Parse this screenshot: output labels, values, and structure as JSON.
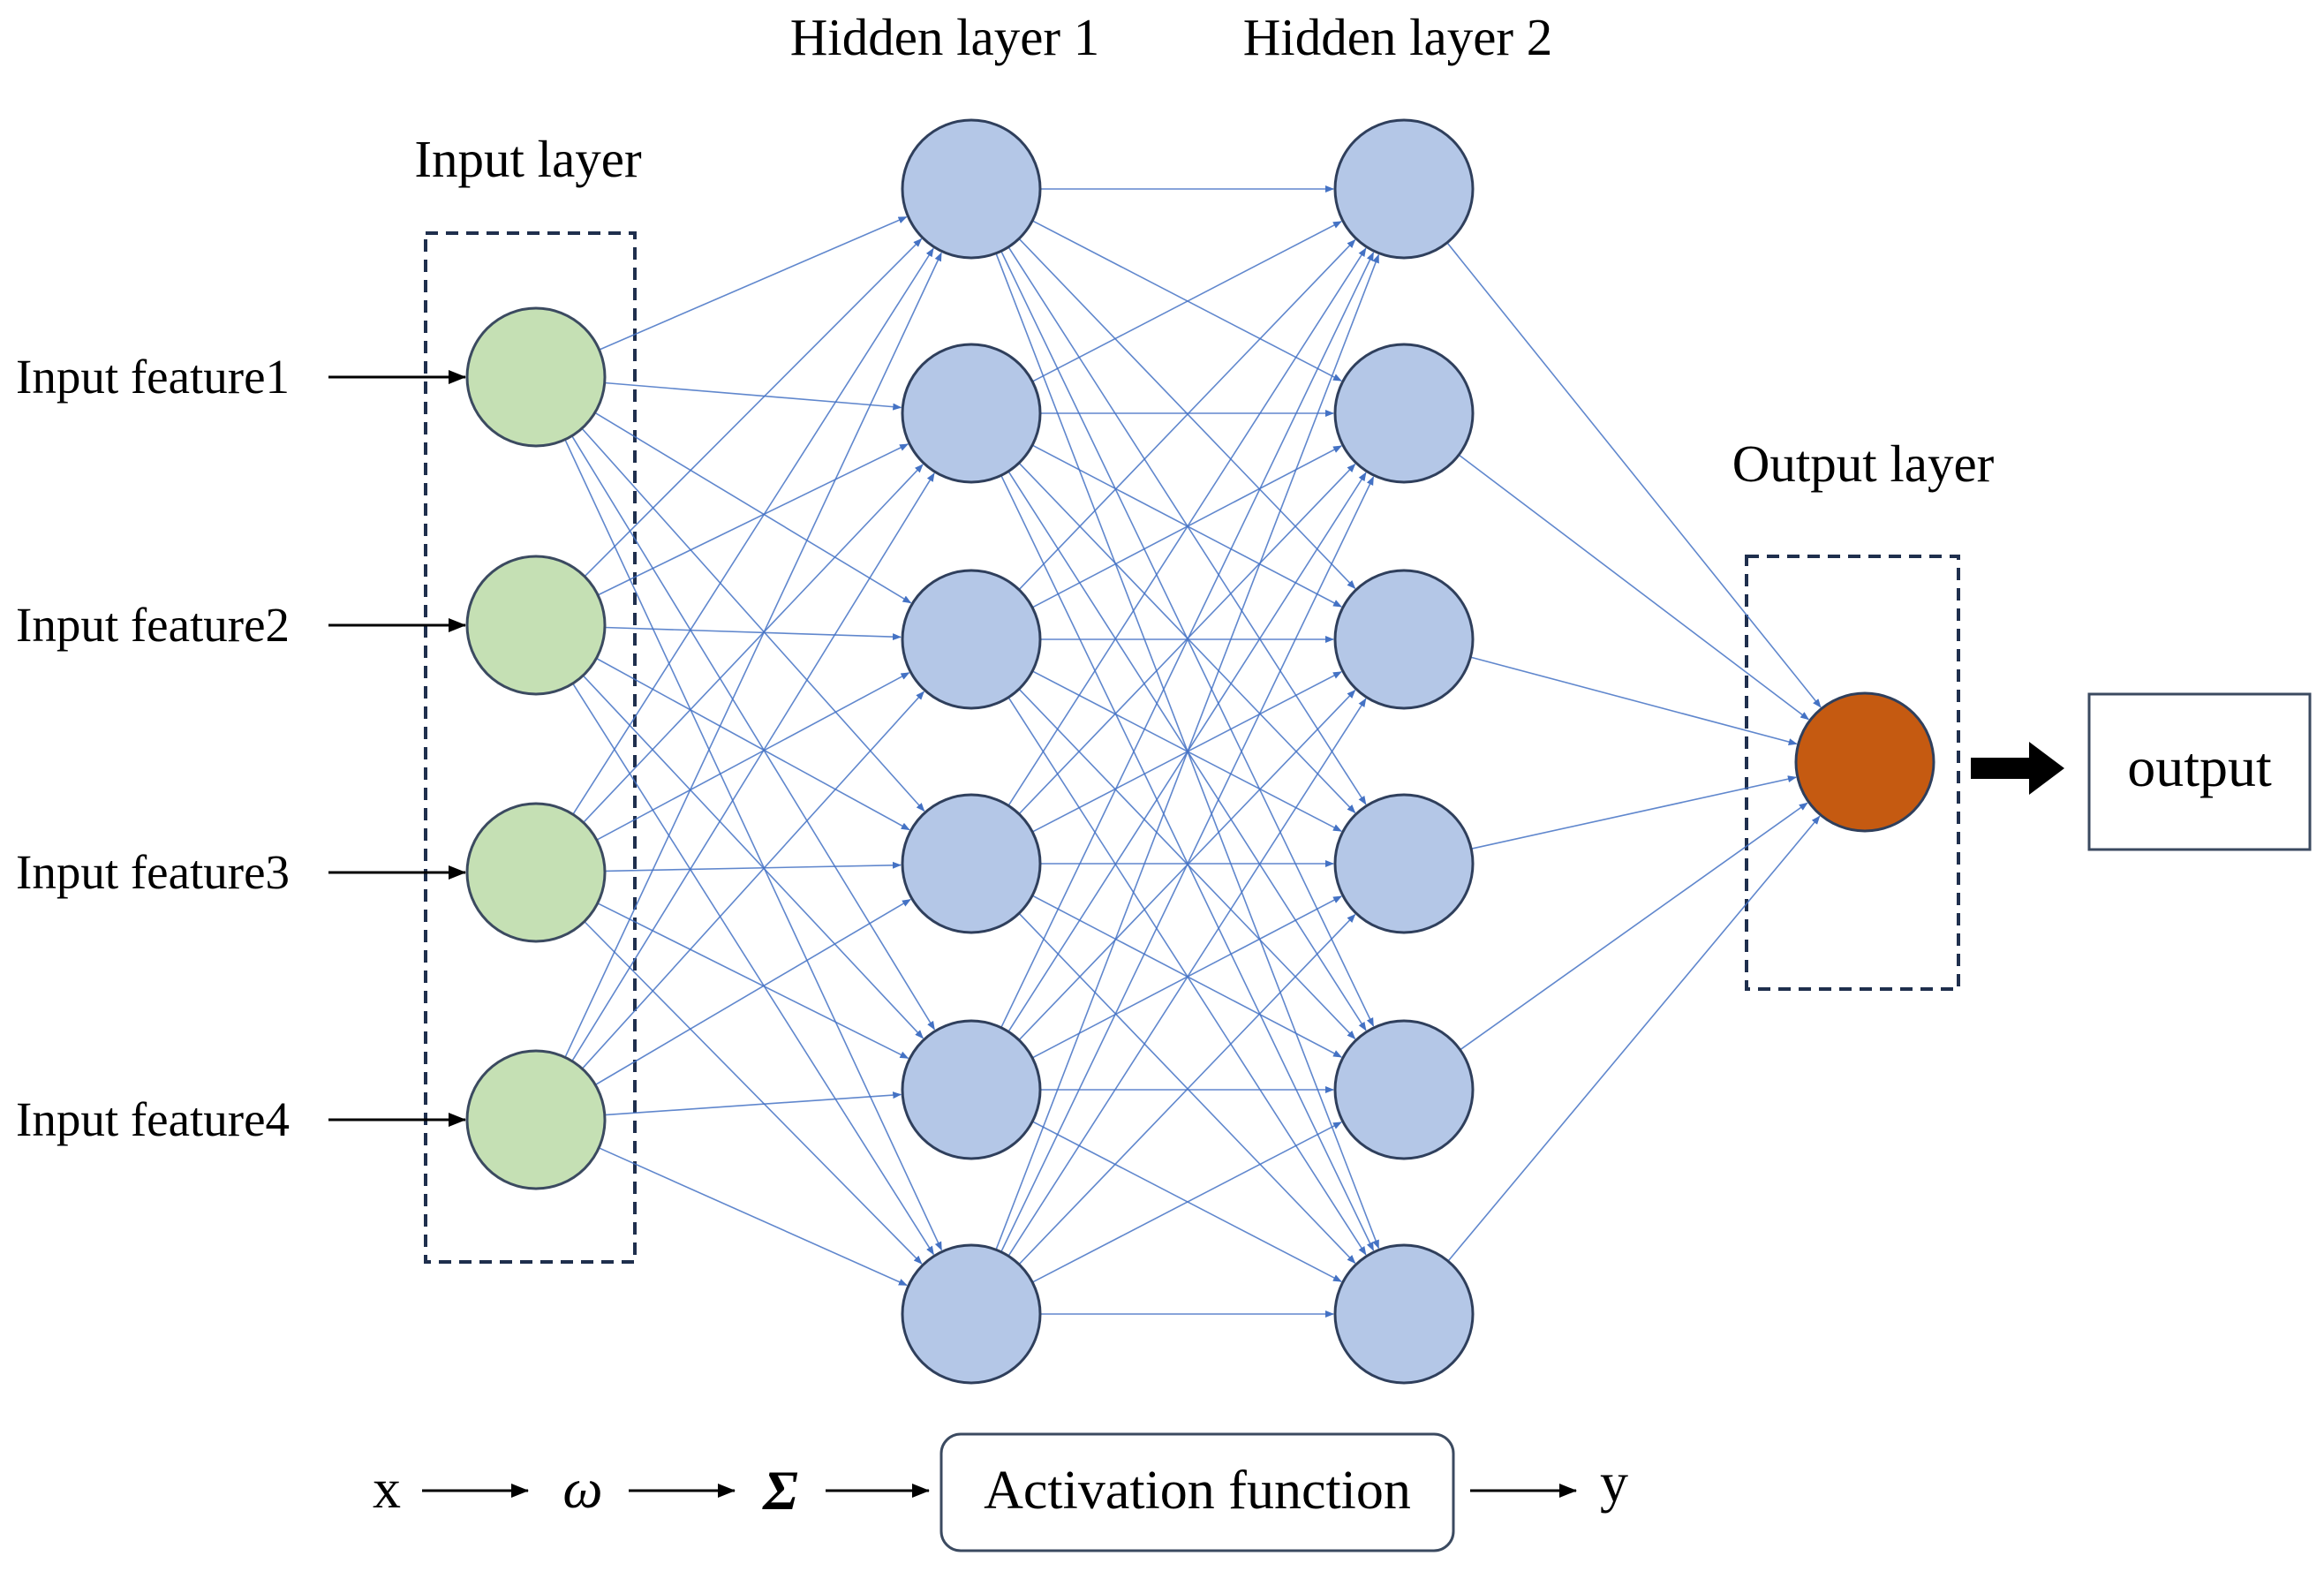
{
  "layers": {
    "input_title": "Input layer",
    "hidden1_title": "Hidden layer 1",
    "hidden2_title": "Hidden layer 2",
    "output_title": "Output layer"
  },
  "inputs": [
    "Input feature1",
    "Input feature2",
    "Input feature3",
    "Input feature4"
  ],
  "hidden1_count": 6,
  "hidden2_count": 6,
  "output_box_label": "output",
  "formula": {
    "x": "x",
    "omega": "ω",
    "sigma": "Σ",
    "activation": "Activation function",
    "y": "y"
  },
  "colors": {
    "input_node_fill": "#c5e0b4",
    "input_node_stroke": "#3b4a60",
    "hidden_node_fill": "#b4c7e7",
    "hidden_node_stroke": "#2f3f5c",
    "output_node_fill": "#c55a11",
    "output_node_stroke": "#2f3f5c",
    "connection": "#4472c4",
    "dashed_box": "#1f2f4d",
    "text": "#000000"
  }
}
